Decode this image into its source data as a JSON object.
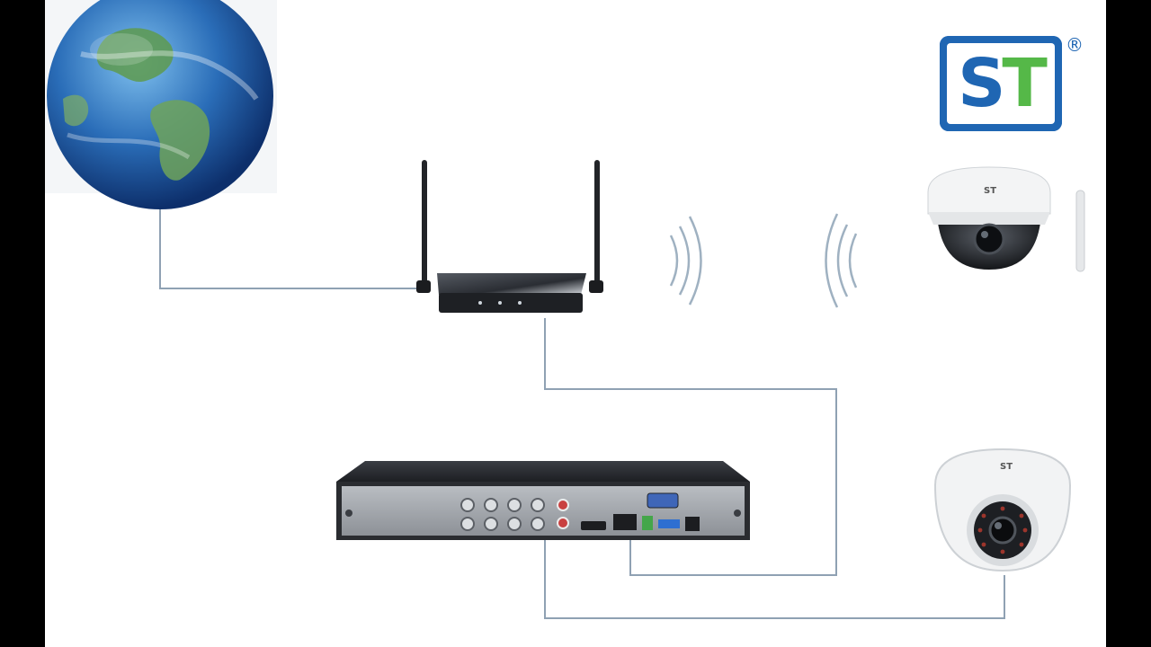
{
  "logo": {
    "letters": [
      "S",
      "T"
    ],
    "registered_mark": "®",
    "colors": {
      "frame": "#1f66b3",
      "s": "#1f66b3",
      "t": "#55b848"
    }
  },
  "camera_branding": {
    "wifi_camera": "ST",
    "dome_camera": "ST"
  },
  "nodes": [
    {
      "id": "internet",
      "kind": "globe-icon"
    },
    {
      "id": "router",
      "kind": "wifi-router"
    },
    {
      "id": "wifi-camera",
      "kind": "wireless-dome-camera"
    },
    {
      "id": "nvr",
      "kind": "network-video-recorder"
    },
    {
      "id": "dome-camera",
      "kind": "wired-dome-camera"
    }
  ],
  "links": [
    {
      "from": "internet",
      "to": "router",
      "type": "cable"
    },
    {
      "from": "router",
      "to": "wifi-camera",
      "type": "wireless"
    },
    {
      "from": "router",
      "to": "nvr",
      "type": "cable"
    },
    {
      "from": "nvr",
      "to": "dome-camera",
      "type": "cable"
    }
  ],
  "colors": {
    "cable": "#8fa1b3",
    "wifi_waves": "#9fb1c1"
  }
}
